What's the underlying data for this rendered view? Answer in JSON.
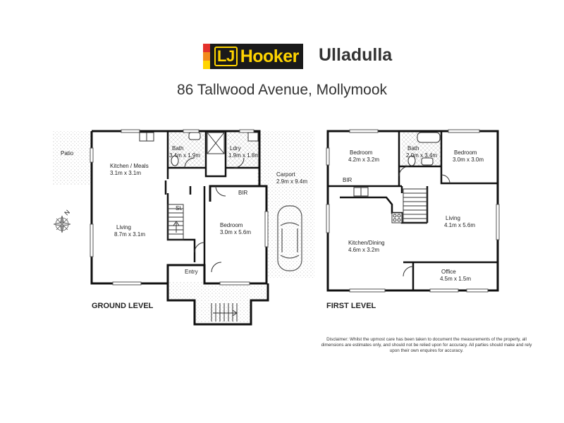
{
  "brand": {
    "logo_lj": "LJ",
    "logo_name": "Hooker",
    "office": "Ulladulla",
    "stripe_colors": [
      "#e4312b",
      "#f28a1c",
      "#ffd400"
    ],
    "logo_bg": "#1a1a1a",
    "logo_fg": "#ffd400"
  },
  "address": "86 Tallwood Avenue, Mollymook",
  "ground": {
    "label": "GROUND LEVEL",
    "rooms": {
      "patio": "Patio",
      "kitchen_name": "Kitchen / Meals",
      "kitchen_dim": "3.1m x 3.1m",
      "bath_name": "Bath",
      "bath_dim": "3.4m x 1.9m",
      "ldry_name": "Ldry",
      "ldry_dim": "1.9m x 1.8m",
      "carport_name": "Carport",
      "carport_dim": "2.9m x 9.4m",
      "bir": "BIR",
      "st": "St.",
      "living_name": "Living",
      "living_dim": "8.7m x 3.1m",
      "bedroom_name": "Bedroom",
      "bedroom_dim": "3.0m x 5.6m",
      "entry": "Entry"
    }
  },
  "first": {
    "label": "FIRST LEVEL",
    "rooms": {
      "bed1_name": "Bedroom",
      "bed1_dim": "4.2m x 3.2m",
      "bath_name": "Bath",
      "bath_dim": "2.0m x 3.4m",
      "bed2_name": "Bedroom",
      "bed2_dim": "3.0m x 3.0m",
      "bir": "BIR",
      "living_name": "Living",
      "living_dim": "4.1m x 5.6m",
      "kitchen_name": "Kitchen/Dining",
      "kitchen_dim": "4.6m x 3.2m",
      "office_name": "Office",
      "office_dim": "4.5m x 1.5m"
    }
  },
  "compass": "N",
  "disclaimer": "Disclaimer: Whilst the upmost care has been taken to document the measurements of the property, all dimensions are estimates only, and should not be relied upon for accuracy. All parties should make and rely upon their own enquires for accuracy."
}
